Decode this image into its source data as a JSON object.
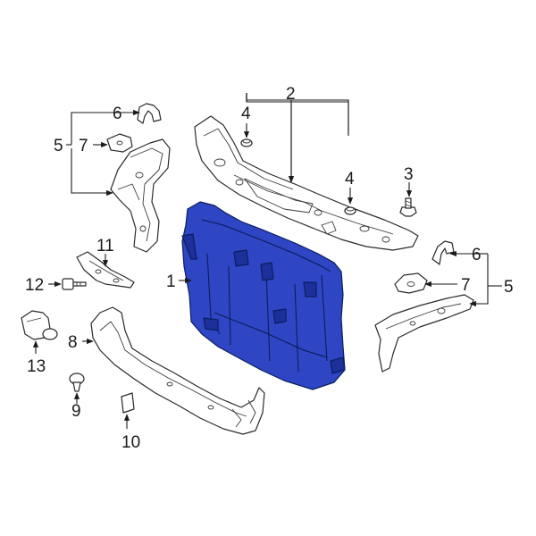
{
  "colors": {
    "highlight_fill": "#2e45c4",
    "highlight_dark": "#1c2f9a",
    "line": "#1a1a1a",
    "background": "#ffffff"
  },
  "callouts": {
    "c1": "1",
    "c2": "2",
    "c3": "3",
    "c4a": "4",
    "c4b": "4",
    "c5a": "5",
    "c5b": "5",
    "c6a": "6",
    "c6b": "6",
    "c7a": "7",
    "c7b": "7",
    "c8": "8",
    "c9": "9",
    "c10": "10",
    "c11": "11",
    "c12": "12",
    "c13": "13"
  }
}
